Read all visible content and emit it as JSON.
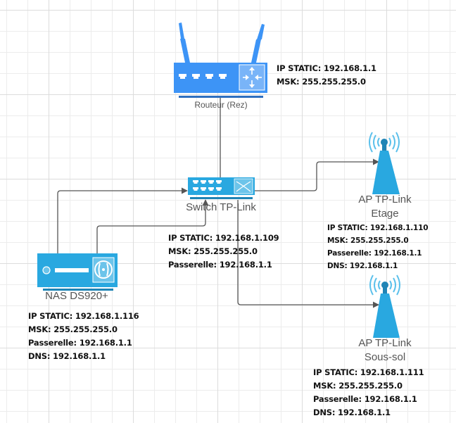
{
  "diagram": {
    "title": "Network topology",
    "colors": {
      "router": "#3d94f6",
      "router_dark": "#2f6fbf",
      "device": "#29a8e0",
      "device_dark": "#1f84b5",
      "wave": "#5bc0eb",
      "connector": "#555555",
      "label_text": "#555555",
      "info_text": "#111111"
    },
    "nodes": {
      "router": {
        "label": "Routeur (Rez)",
        "icon": "router-icon",
        "info": [
          "IP STATIC: 192.168.1.1",
          "MSK: 255.255.255.0"
        ]
      },
      "switch": {
        "label": "Switch TP-Link",
        "icon": "switch-icon",
        "info": [
          "IP STATIC: 192.168.1.109",
          "MSK: 255.255.255.0",
          "Passerelle: 192.168.1.1"
        ]
      },
      "nas": {
        "label": "NAS DS920+",
        "icon": "nas-icon",
        "info": [
          "IP STATIC: 192.168.1.116",
          "MSK: 255.255.255.0",
          "Passerelle: 192.168.1.1",
          "DNS: 192.168.1.1"
        ]
      },
      "ap_etage": {
        "label_line1": "AP TP-Link",
        "label_line2": "Etage",
        "icon": "access-point-icon",
        "info": [
          "IP STATIC: 192.168.1.110",
          "MSK: 255.255.255.0",
          "Passerelle: 192.168.1.1",
          "DNS: 192.168.1.1"
        ]
      },
      "ap_soussol": {
        "label_line1": "AP TP-Link",
        "label_line2": "Sous-sol",
        "icon": "access-point-icon",
        "info": [
          "IP STATIC: 192.168.1.111",
          "MSK: 255.255.255.0",
          "Passerelle: 192.168.1.1",
          "DNS: 192.168.1.1"
        ]
      }
    },
    "edges": [
      {
        "from": "router",
        "to": "switch",
        "arrow": false
      },
      {
        "from": "nas",
        "to": "switch",
        "arrow": true
      },
      {
        "from": "nas",
        "to": "switch",
        "arrow": true
      },
      {
        "from": "switch",
        "to": "ap_etage",
        "arrow": true
      },
      {
        "from": "switch",
        "to": "ap_soussol",
        "arrow": true
      }
    ]
  }
}
